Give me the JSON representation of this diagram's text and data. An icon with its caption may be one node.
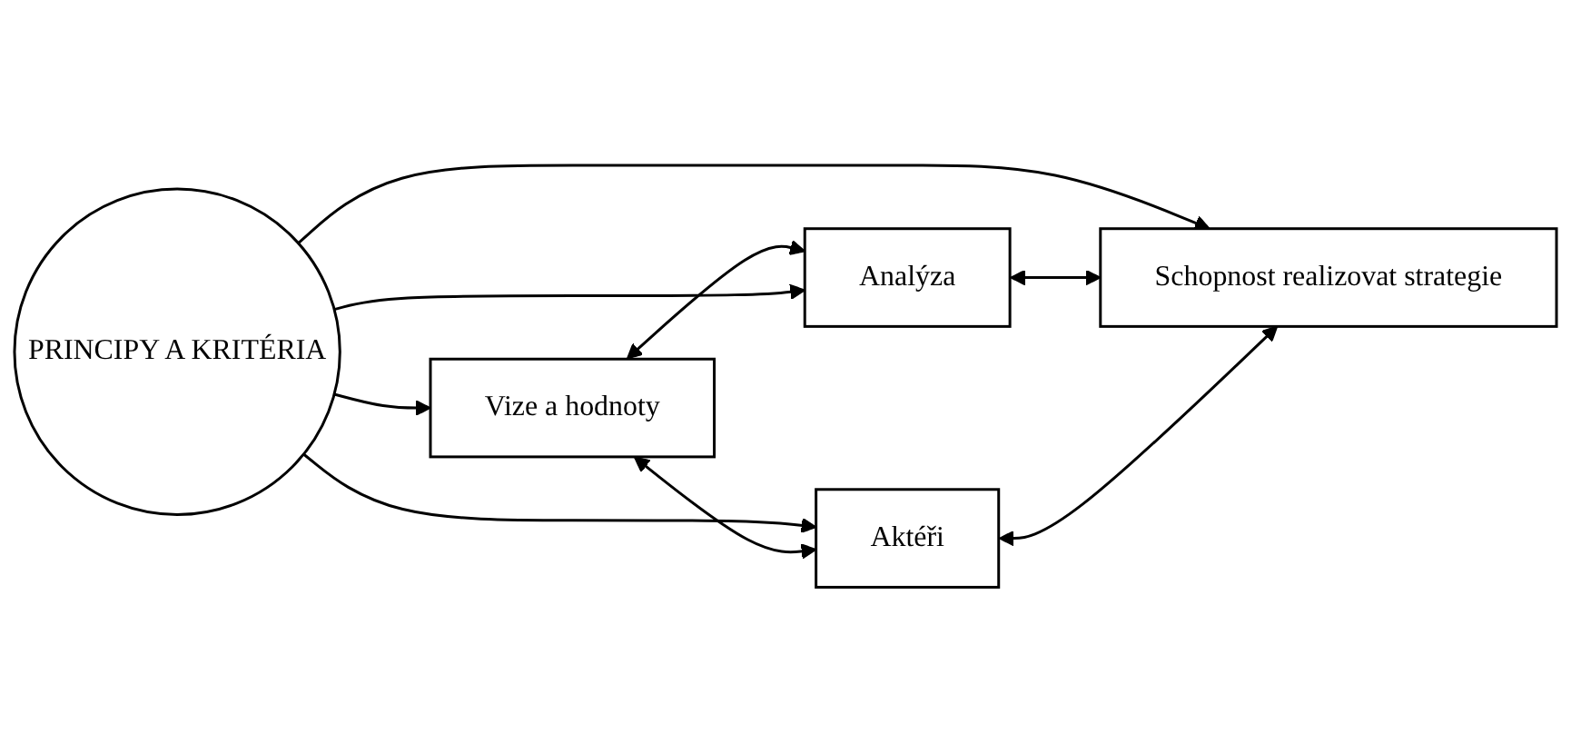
{
  "diagram": {
    "nodes": [
      {
        "text": [
          "Vize a hodnoty"
        ]
      },
      {
        "text": [
          "Analýza"
        ]
      },
      {
        "text": [
          "PRINCIPY A KRITÉRIA"
        ]
      },
      {
        "text": [
          "Aktéři"
        ]
      },
      {
        "text": [
          "Schopnost realizovat strategie"
        ]
      }
    ],
    "edges": [
      {
        "from": 0,
        "to": 1,
        "arrow": "both"
      },
      {
        "from": 2,
        "to": 0,
        "arrow": "to"
      },
      {
        "from": 2,
        "to": 3,
        "arrow": "to"
      },
      {
        "from": 0,
        "to": 3,
        "arrow": "both"
      },
      {
        "from": 2,
        "to": 1,
        "arrow": "to"
      },
      {
        "from": 2,
        "to": 4,
        "arrow": "to"
      },
      {
        "from": 1,
        "to": 4,
        "arrow": "both"
      },
      {
        "from": 3,
        "to": 4,
        "arrow": "both"
      }
    ]
  }
}
